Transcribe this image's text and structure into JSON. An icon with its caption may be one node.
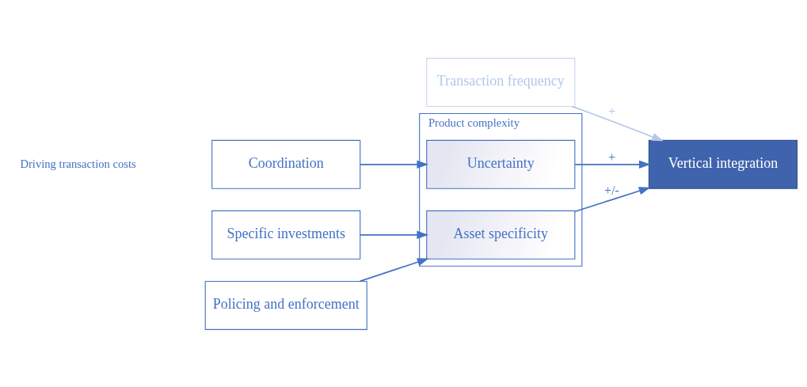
{
  "diagram": {
    "nodes": [
      {
        "text": [
          "Transaction frequency"
        ]
      },
      {
        "text": [
          "Product complexity"
        ]
      },
      {
        "text": [
          "Uncertainty"
        ],
        "in": 1
      },
      {
        "text": [
          "Asset specificity"
        ],
        "in": 1
      },
      {
        "text": [
          "Coordination"
        ]
      },
      {
        "text": [
          "Specific investments"
        ]
      },
      {
        "text": [
          "Policing and enforcement"
        ]
      },
      {
        "text": [
          "Vertical integration"
        ]
      }
    ],
    "edges": [
      {
        "from": 0,
        "to": 7,
        "arrow": "to",
        "label": "+",
        "color": "#b4c7e7"
      },
      {
        "from": 2,
        "to": 7,
        "arrow": "to",
        "label": "+"
      },
      {
        "from": 3,
        "to": 7,
        "arrow": "to",
        "label": "+/-"
      },
      {
        "from": 4,
        "to": 2,
        "arrow": "to"
      },
      {
        "from": 5,
        "to": 3,
        "arrow": "to"
      },
      {
        "from": 6,
        "to": 3,
        "arrow": "to"
      }
    ],
    "labels": [
      "Driving transaction costs"
    ]
  }
}
